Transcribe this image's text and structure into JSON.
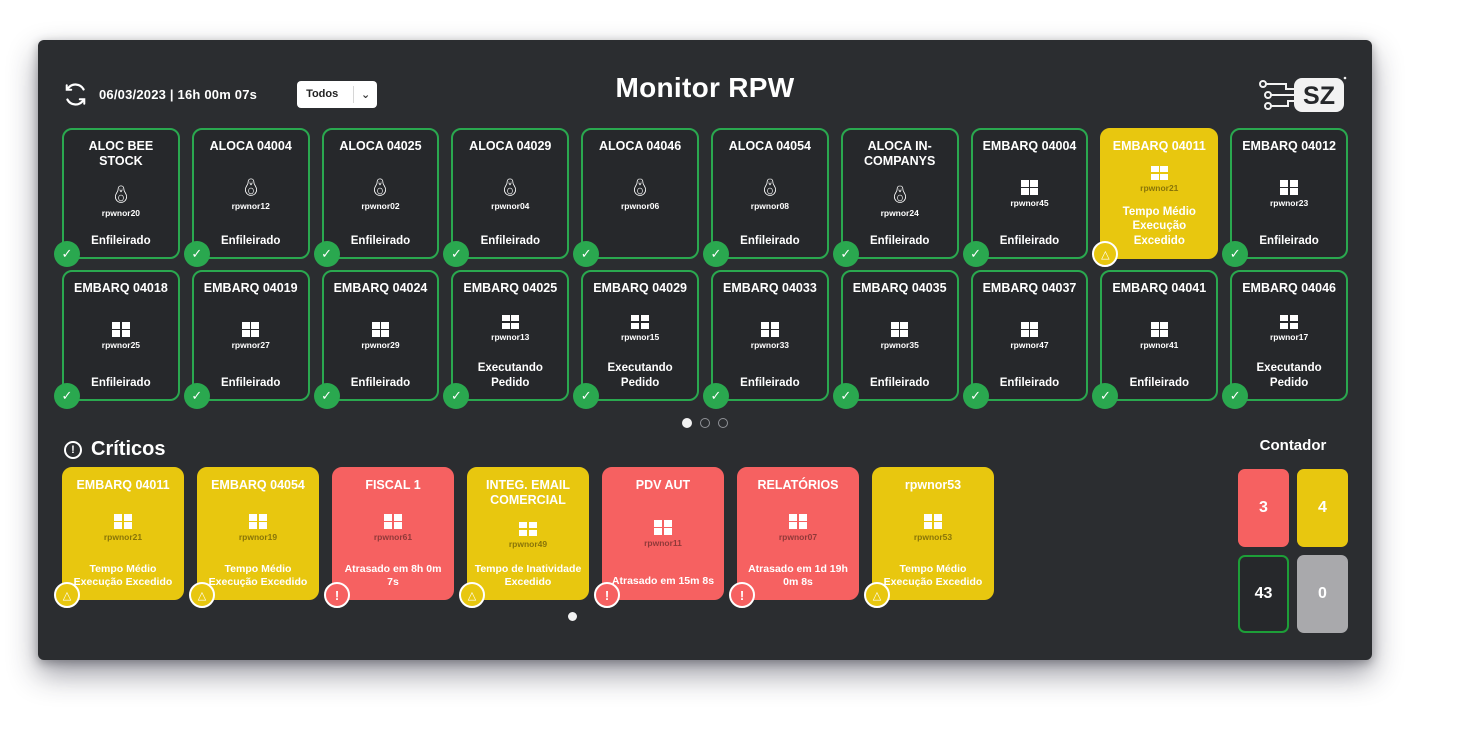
{
  "header": {
    "datetime": "06/03/2023 | 16h 00m 07s",
    "filter_value": "Todos",
    "title": "Monitor RPW",
    "logo_text": "SZ"
  },
  "glyphs": {
    "ok": "✓",
    "warning": "△",
    "danger": "!"
  },
  "colors": {
    "green": "#2aa84f",
    "yellow": "#e8c70f",
    "red": "#f66161",
    "gray": "#a9a9ac",
    "panel": "#2b2d30",
    "card": "#26282b"
  },
  "machines": {
    "cards": [
      {
        "name": "ALOC BEE STOCK",
        "os": "linux",
        "host": "rpwnor20",
        "status": "Enfileirado",
        "state": "ok"
      },
      {
        "name": "ALOCA 04004",
        "os": "linux",
        "host": "rpwnor12",
        "status": "Enfileirado",
        "state": "ok"
      },
      {
        "name": "ALOCA 04025",
        "os": "linux",
        "host": "rpwnor02",
        "status": "Enfileirado",
        "state": "ok"
      },
      {
        "name": "ALOCA 04029",
        "os": "linux",
        "host": "rpwnor04",
        "status": "Enfileirado",
        "state": "ok"
      },
      {
        "name": "ALOCA 04046",
        "os": "linux",
        "host": "rpwnor06",
        "status": "",
        "state": "ok"
      },
      {
        "name": "ALOCA 04054",
        "os": "linux",
        "host": "rpwnor08",
        "status": "Enfileirado",
        "state": "ok"
      },
      {
        "name": "ALOCA IN-COMPANYS",
        "os": "linux",
        "host": "rpwnor24",
        "status": "Enfileirado",
        "state": "ok"
      },
      {
        "name": "EMBARQ 04004",
        "os": "windows",
        "host": "rpwnor45",
        "status": "Enfileirado",
        "state": "ok"
      },
      {
        "name": "EMBARQ 04011",
        "os": "windows",
        "host": "rpwnor21",
        "status": "Tempo Médio Execução Excedido",
        "state": "warning"
      },
      {
        "name": "EMBARQ 04012",
        "os": "windows",
        "host": "rpwnor23",
        "status": "Enfileirado",
        "state": "ok"
      },
      {
        "name": "EMBARQ 04018",
        "os": "windows",
        "host": "rpwnor25",
        "status": "Enfileirado",
        "state": "ok"
      },
      {
        "name": "EMBARQ 04019",
        "os": "windows",
        "host": "rpwnor27",
        "status": "Enfileirado",
        "state": "ok"
      },
      {
        "name": "EMBARQ 04024",
        "os": "windows",
        "host": "rpwnor29",
        "status": "Enfileirado",
        "state": "ok"
      },
      {
        "name": "EMBARQ 04025",
        "os": "windows",
        "host": "rpwnor13",
        "status": "Executando Pedido",
        "state": "ok"
      },
      {
        "name": "EMBARQ 04029",
        "os": "windows",
        "host": "rpwnor15",
        "status": "Executando Pedido",
        "state": "ok"
      },
      {
        "name": "EMBARQ 04033",
        "os": "windows",
        "host": "rpwnor33",
        "status": "Enfileirado",
        "state": "ok"
      },
      {
        "name": "EMBARQ 04035",
        "os": "windows",
        "host": "rpwnor35",
        "status": "Enfileirado",
        "state": "ok"
      },
      {
        "name": "EMBARQ 04037",
        "os": "windows",
        "host": "rpwnor47",
        "status": "Enfileirado",
        "state": "ok"
      },
      {
        "name": "EMBARQ 04041",
        "os": "windows",
        "host": "rpwnor41",
        "status": "Enfileirado",
        "state": "ok"
      },
      {
        "name": "EMBARQ 04046",
        "os": "windows",
        "host": "rpwnor17",
        "status": "Executando Pedido",
        "state": "ok"
      }
    ]
  },
  "pagination": {
    "machines_pages": 3,
    "machines_active": 0,
    "criticos_pages": 1,
    "criticos_active": 0
  },
  "criticos": {
    "title": "Críticos",
    "icon_glyph": "!",
    "cards": [
      {
        "name": "EMBARQ 04011",
        "os": "windows",
        "host": "rpwnor21",
        "status": "Tempo Médio Execução Excedido",
        "state": "warning"
      },
      {
        "name": "EMBARQ 04054",
        "os": "windows",
        "host": "rpwnor19",
        "status": "Tempo Médio Execução Excedido",
        "state": "warning"
      },
      {
        "name": "FISCAL 1",
        "os": "windows",
        "host": "rpwnor61",
        "status": "Atrasado em 8h 0m 7s",
        "state": "danger"
      },
      {
        "name": "INTEG. EMAIL COMERCIAL",
        "os": "windows",
        "host": "rpwnor49",
        "status": "Tempo de Inatividade Excedido",
        "state": "warning"
      },
      {
        "name": "PDV AUT",
        "os": "windows",
        "host": "rpwnor11",
        "status": "Atrasado em 15m 8s",
        "state": "danger"
      },
      {
        "name": "RELATÓRIOS",
        "os": "windows",
        "host": "rpwnor07",
        "status": "Atrasado em 1d 19h 0m 8s",
        "state": "danger"
      },
      {
        "name": "rpwnor53",
        "os": "windows",
        "host": "rpwnor53",
        "status": "Tempo Médio Execução Excedido",
        "state": "warning"
      }
    ]
  },
  "contador": {
    "title": "Contador",
    "counters": [
      {
        "value": "3",
        "type": "danger"
      },
      {
        "value": "4",
        "type": "warning"
      },
      {
        "value": "43",
        "type": "ok"
      },
      {
        "value": "0",
        "type": "neutral"
      }
    ]
  }
}
